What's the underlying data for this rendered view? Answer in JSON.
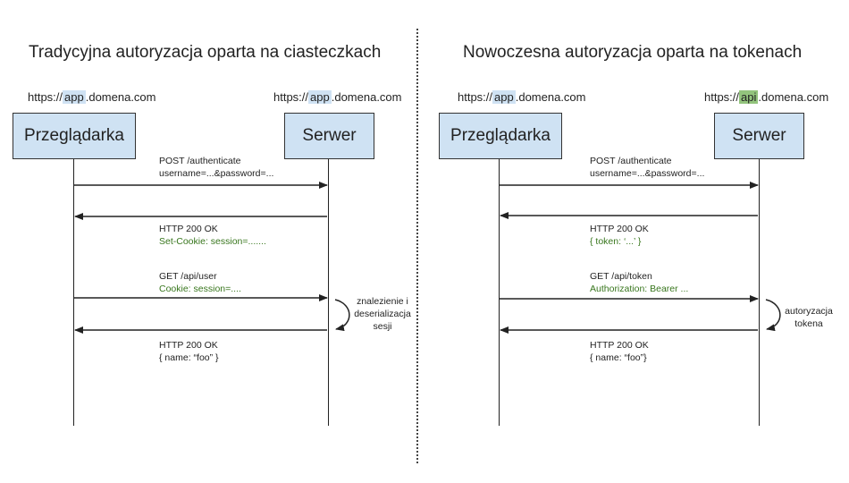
{
  "left": {
    "title": "Tradycyjna autoryzacja oparta na ciasteczkach",
    "client_url": {
      "prefix": "https://",
      "highlight": "app",
      "suffix": ".domena.com",
      "highlight_color": "#cfe2f3"
    },
    "server_url": {
      "prefix": "https://",
      "highlight": "app",
      "suffix": ".domena.com",
      "highlight_color": "#cfe2f3"
    },
    "client_label": "Przeglądarka",
    "server_label": "Serwer",
    "msg1": {
      "line1": "POST /authenticate",
      "line2": "username=...&password=..."
    },
    "msg2": {
      "line1": "HTTP 200 OK",
      "line2": "Set-Cookie: session=......."
    },
    "msg3": {
      "line1": "GET /api/user",
      "line2": "Cookie: session=...."
    },
    "msg4": {
      "line1": "HTTP 200 OK",
      "line2": "{  name: “foo” }"
    },
    "note": {
      "line1": "znalezienie i",
      "line2": "deserializacja",
      "line3": "sesji"
    }
  },
  "right": {
    "title": "Nowoczesna autoryzacja oparta na tokenach",
    "client_url": {
      "prefix": "https://",
      "highlight": "app",
      "suffix": ".domena.com",
      "highlight_color": "#cfe2f3"
    },
    "server_url": {
      "prefix": "https://",
      "highlight": "api",
      "suffix": ".domena.com",
      "highlight_color": "#93c47d"
    },
    "client_label": "Przeglądarka",
    "server_label": "Serwer",
    "msg1": {
      "line1": "POST /authenticate",
      "line2": "username=...&password=..."
    },
    "msg2": {
      "line1": "HTTP 200 OK",
      "line2": "{ token: ‘...’ }"
    },
    "msg3": {
      "line1": "GET /api/token",
      "line2": "Authorization: Bearer ..."
    },
    "msg4": {
      "line1": "HTTP 200 OK",
      "line2": "{ name: “foo”}"
    },
    "note": {
      "line1": "autoryzacja",
      "line2": "tokena"
    }
  },
  "colors": {
    "box_fill": "#cfe2f3",
    "green_text": "#38761d",
    "line": "#222222"
  }
}
